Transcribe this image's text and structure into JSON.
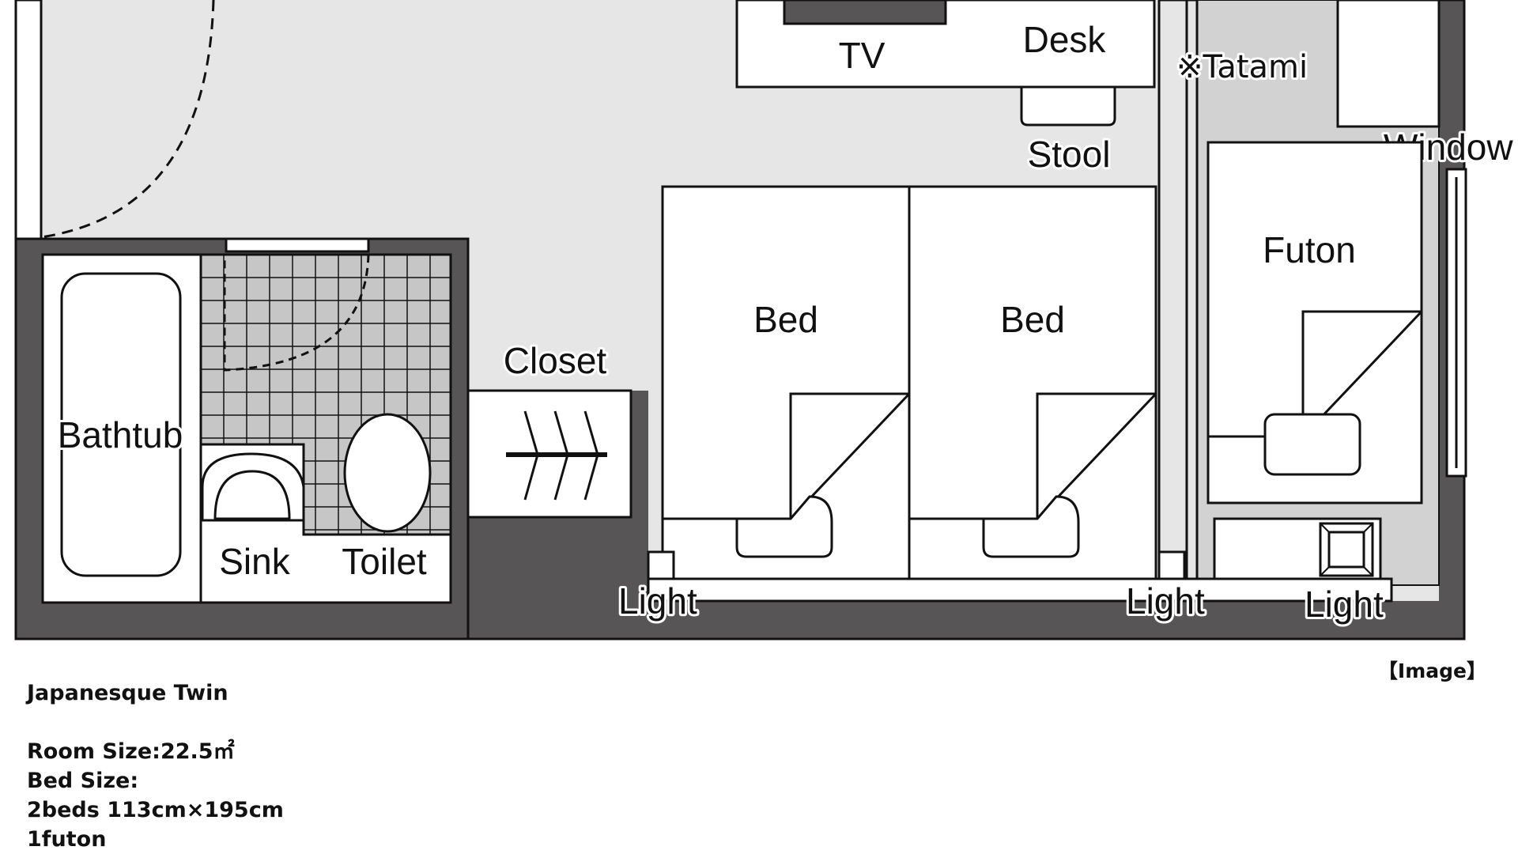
{
  "plan": {
    "labels": {
      "tv": "TV",
      "desk": "Desk",
      "tatami": "※Tatami",
      "stool": "Stool",
      "window": "Window",
      "futon": "Futon",
      "bed_left": "Bed",
      "bed_right": "Bed",
      "closet": "Closet",
      "bathtub": "Bathtub",
      "sink": "Sink",
      "toilet": "Toilet",
      "light_left": "Light",
      "light_middle": "Light",
      "light_right": "Light"
    },
    "colors": {
      "wall": "#575556",
      "floor": "#e6e6e6",
      "tatami": "#d2d2d2",
      "tile": "#c6c6c6",
      "line": "#111111",
      "fixture": "#ffffff"
    }
  },
  "caption": {
    "image_tag": "【Image】",
    "room_name": "Japanesque Twin",
    "room_size": "Room Size:22.5㎡",
    "bed_size_label": "Bed Size:",
    "beds": "2beds 113cm×195cm",
    "futon": "1futon"
  }
}
